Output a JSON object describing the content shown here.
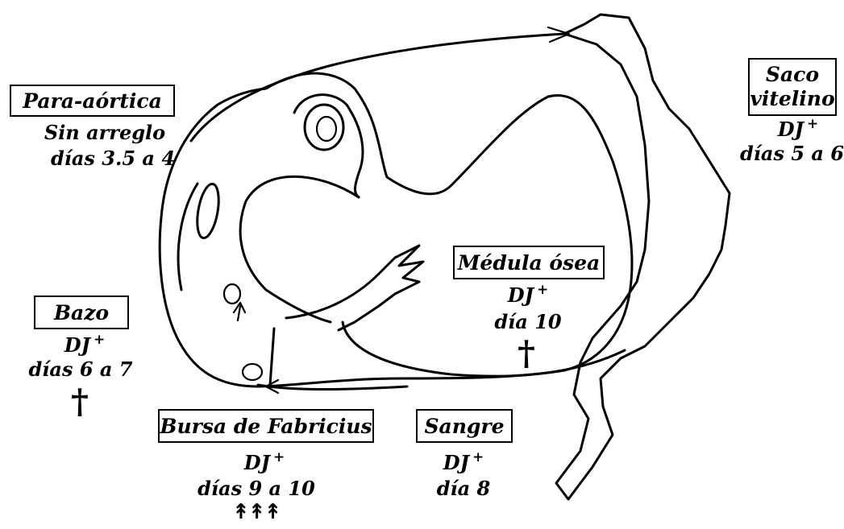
{
  "boxes": {
    "para_aortica": "Para-aórtica",
    "saco_vitelino_line1": "Saco",
    "saco_vitelino_line2": "vitelino",
    "medula_osea": "Médula ósea",
    "bazo": "Bazo",
    "bursa": "Bursa de Fabricius",
    "sangre": "Sangre"
  },
  "notes": {
    "para_aortica_line1": "Sin arreglo",
    "para_aortica_line2": "días 3.5 a 4",
    "saco_vitelino_marker": "DJ",
    "saco_vitelino_days": "días 5 a 6",
    "medula_marker": "DJ",
    "medula_days": "día 10",
    "bazo_marker": "DJ",
    "bazo_days": "días 6 a 7",
    "bursa_marker": "DJ",
    "bursa_days": "días 9 a 10",
    "sangre_marker": "DJ",
    "sangre_days": "día 8",
    "plus": "+"
  },
  "symbols": {
    "dagger": "†",
    "triple_arrow": "↟↟↟"
  }
}
